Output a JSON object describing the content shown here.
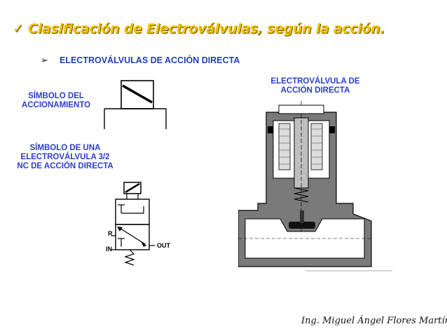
{
  "slide": {
    "title_mark": "✓",
    "title": "Clasificación de Electroválvulas, según la acción.",
    "bullet_icon": "arrow-bullet-icon",
    "bullet": "➢",
    "heading": "ELECTROVÁLVULAS DE ACCIÓN DIRECTA",
    "symbol_label_line1": "SÍMBOLO DEL",
    "symbol_label_line2": "ACCIONAMIENTO",
    "valve_symbol_label_line1": "SÍMBOLO DE UNA",
    "valve_symbol_label_line2": "ELECTROVÁLVULA 3/2",
    "valve_symbol_label_line3": "NC DE ACCIÓN DIRECTA",
    "section_label_line1": "ELECTROVÁLVULA DE",
    "section_label_line2": "ACCIÓN DIRECTA",
    "port_r": "R",
    "port_in": "IN",
    "port_out": "OUT",
    "author": "Ing. Miguel Ángel Flores Martínez"
  },
  "colors": {
    "title": "#f2c200",
    "heading": "#1f3fb5",
    "labels": "#2b3fc4",
    "drawing": "#000000",
    "section_fill": "#7a7a7a"
  }
}
